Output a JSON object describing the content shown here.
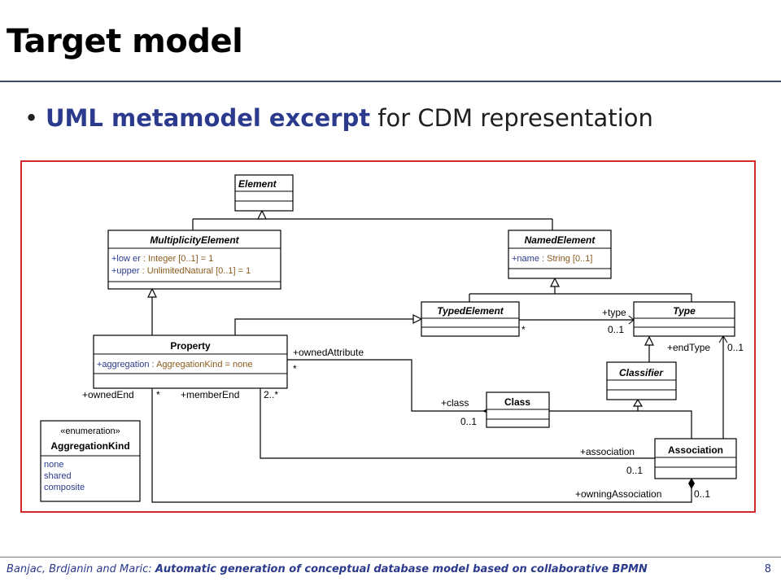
{
  "slide": {
    "title": "Target model",
    "bullet_emphasis": "UML metamodel excerpt",
    "bullet_rest": " for CDM representation",
    "footer_authors": "Banjac, Brdjanin and Maric: ",
    "footer_title": "Automatic generation of conceptual database model based on collaborative BPMN",
    "page_number": "8"
  },
  "diagram": {
    "classes": {
      "element": {
        "name": "Element"
      },
      "multiplicity_element": {
        "name": "MultiplicityElement",
        "attr1_name": "+low er",
        "attr1_type": " : Integer [0..1] = 1",
        "attr2_name": "+upper",
        "attr2_type": " : UnlimitedNatural [0..1] = 1"
      },
      "named_element": {
        "name": "NamedElement",
        "attr1_name": "+name",
        "attr1_type": " : String [0..1]"
      },
      "typed_element": {
        "name": "TypedElement"
      },
      "type": {
        "name": "Type"
      },
      "property": {
        "name": "Property",
        "attr1_name": "+aggregation",
        "attr1_type": " : AggregationKind = none"
      },
      "classifier": {
        "name": "Classifier"
      },
      "class": {
        "name": "Class"
      },
      "association": {
        "name": "Association"
      },
      "aggregation_kind": {
        "stereotype": "«enumeration»",
        "name": "AggregationKind",
        "literals": [
          "none",
          "shared",
          "composite"
        ]
      }
    },
    "labels": {
      "owned_attribute": "+ownedAttribute",
      "owned_attribute_mult": "*",
      "type_role": "+type",
      "typed_mult": "*",
      "type_mult": "0..1",
      "end_type": "+endType",
      "end_type_mult": "0..1",
      "class_role": "+class",
      "class_mult": "0..1",
      "owned_end": "+ownedEnd",
      "owned_end_mult": "*",
      "member_end": "+memberEnd",
      "member_end_mult": "2..*",
      "association_role": "+association",
      "association_mult": "0..1",
      "owning_association": "+owningAssociation",
      "owning_association_mult": "0..1"
    },
    "colors": {
      "frame": "#d22a2a",
      "accent": "#2b3a8c",
      "line": "#000000"
    }
  }
}
